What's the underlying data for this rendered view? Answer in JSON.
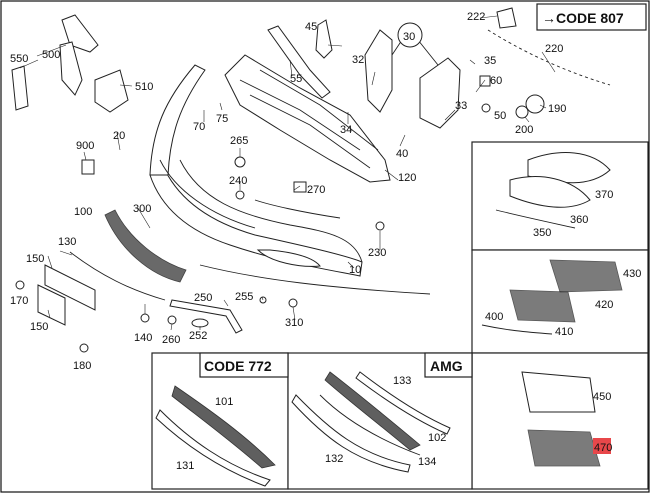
{
  "diagram": {
    "code_807": "→CODE 807",
    "code_772": "CODE 772",
    "amg": "AMG",
    "callouts": {
      "p10": "10",
      "p20": "20",
      "p30": "30",
      "p32": "32",
      "p33": "33",
      "p34": "34",
      "p35": "35",
      "p40": "40",
      "p45": "45",
      "p50": "50",
      "p55": "55",
      "p60": "60",
      "p70": "70",
      "p75": "75",
      "p100": "100",
      "p101": "101",
      "p102": "102",
      "p120": "120",
      "p130": "130",
      "p131": "131",
      "p132": "132",
      "p133": "133",
      "p134": "134",
      "p140": "140",
      "p150a": "150",
      "p150b": "150",
      "p170": "170",
      "p180": "180",
      "p190": "190",
      "p200": "200",
      "p220": "220",
      "p222": "222",
      "p230": "230",
      "p240": "240",
      "p250": "250",
      "p252": "252",
      "p255": "255",
      "p260": "260",
      "p265": "265",
      "p270": "270",
      "p300": "300",
      "p310": "310",
      "p350": "350",
      "p360": "360",
      "p370": "370",
      "p400": "400",
      "p410": "410",
      "p420": "420",
      "p430": "430",
      "p450": "450",
      "p470": "470",
      "p500": "500",
      "p510": "510",
      "p550": "550",
      "p900": "900"
    },
    "highlight_part": "470",
    "highlight_color": "#e8474a"
  }
}
